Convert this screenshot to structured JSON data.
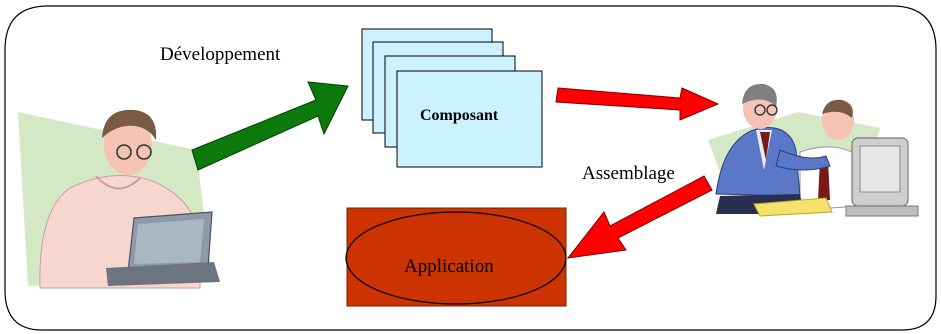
{
  "labels": {
    "development": "Développement",
    "component": "Composant",
    "assembly": "Assemblage",
    "application": "Application"
  },
  "icons": {
    "developer": "person-at-laptop-clipart",
    "assemblers": "two-people-at-computer-clipart"
  },
  "colors": {
    "component_fill": "#CCF2FF",
    "application_fill": "#CC3300",
    "arrow_green": "#0B7A0B",
    "arrow_red": "#FF0000",
    "frame_stroke": "#000000"
  }
}
